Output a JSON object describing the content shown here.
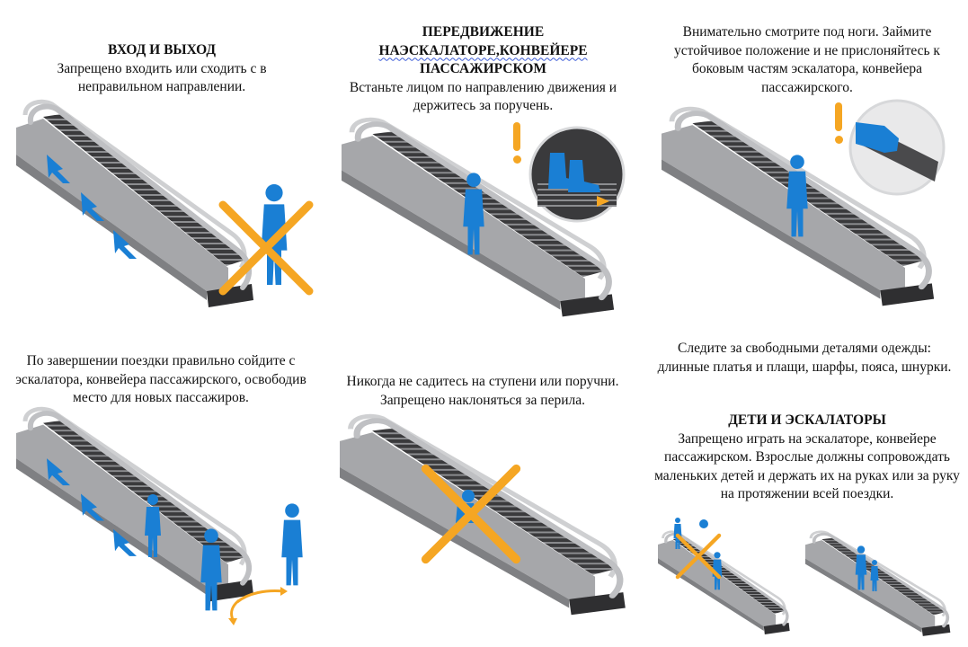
{
  "panels": {
    "entry": {
      "heading": "ВХОД И ВЫХОД",
      "text": "Запрещено входить или сходить с в неправильном направлении."
    },
    "moving": {
      "heading_line1": "ПЕРЕДВИЖЕНИЕ",
      "heading_line2": "НАЭСКАЛАТОРЕ,КОНВЕЙЕРЕ",
      "heading_line3": "ПАССАЖИРСКОМ",
      "text": "Встаньте лицом по направлению движения и держитесь за поручень."
    },
    "footing": {
      "text": "Внимательно смотрите под ноги. Займите устойчивое положение и не прислоняйтесь к боковым частям эскалатора, конвейера пассажирского."
    },
    "exit": {
      "text": "По завершении поездки правильно сойдите с эскалатора, конвейера пассажирского, освободив место для новых пассажиров."
    },
    "sitting": {
      "text": "Никогда не садитесь на ступени или поручни. Запрещено наклоняться за перила."
    },
    "clothing": {
      "text": "Следите за свободными деталями одежды: длинные платья и плащи, шарфы, пояса, шнурки."
    },
    "children": {
      "heading": "ДЕТИ И ЭСКАЛАТОРЫ",
      "text": "Запрещено играть на эскалаторе, конвейере пассажирском. Взрослые должны сопровождать маленьких детей и держать их на руках или за руку на протяжении всей поездки."
    }
  },
  "icons": {
    "escalator": "escalator-illustration",
    "person": "person-silhouette",
    "prohibited": "prohibited-cross",
    "warning": "exclamation-mark",
    "direction": "direction-arrow"
  },
  "colors": {
    "figure": "#1a7fd4",
    "cross": "#f5a623",
    "escalator_body": "#a9aaac",
    "escalator_dark": "#3b3b3d",
    "handrail": "#c7c8ca"
  }
}
